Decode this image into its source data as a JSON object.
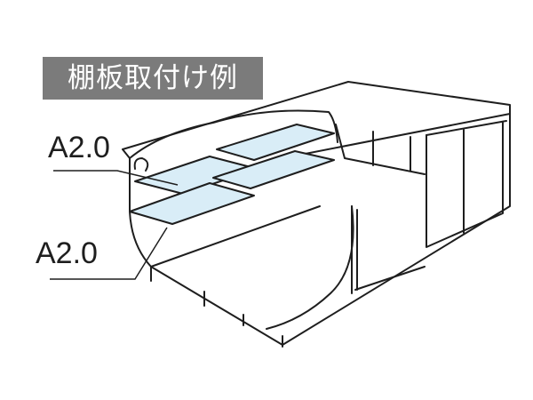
{
  "title": "棚板取付け例",
  "labels": {
    "top": "A2.0",
    "bottom": "A2.0"
  },
  "colors": {
    "title_bg": "#7b7b7b",
    "title_text": "#ffffff",
    "shelf_fill": "#d9edf7",
    "line": "#1e1e1e"
  }
}
